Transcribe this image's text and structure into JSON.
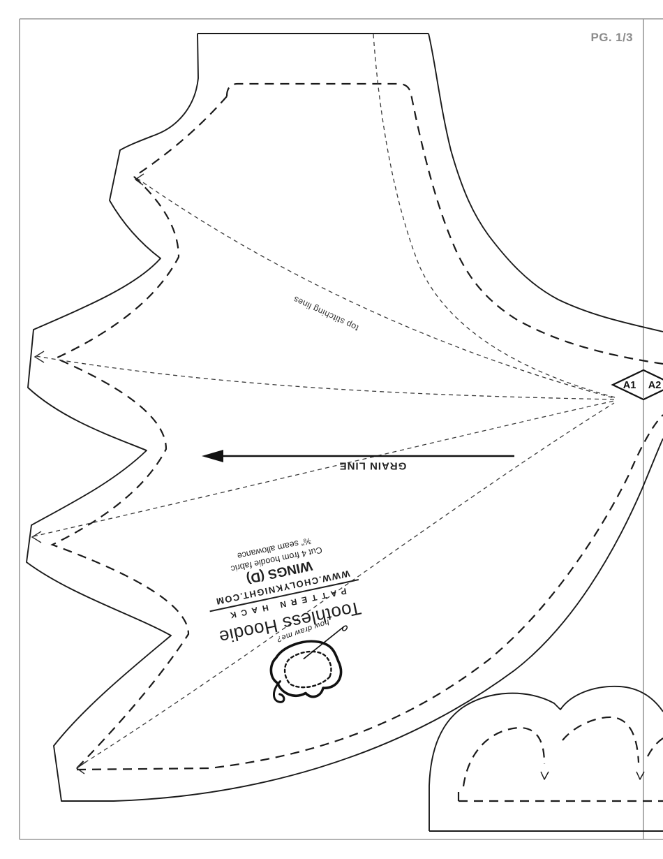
{
  "page": {
    "label": "PG. 1/3"
  },
  "markers": {
    "a1": "A1",
    "a2": "A2"
  },
  "grain_line": {
    "label": "GRAIN LINE"
  },
  "annotations": {
    "top_stitching": "top stitching lines"
  },
  "title_block": {
    "title": "Toothless Hoodie",
    "subtitle": "PATTERN HACK",
    "website": "WWW.CHOLYKNIGHT.COM",
    "piece": "WINGS (D)",
    "cutting": "Cut 4 from hoodie fabric",
    "seam": "⅜\" seam allowance"
  },
  "doodle": {
    "caption": "how draw me?"
  },
  "colors": {
    "line": "#1a1a1a",
    "border_gray": "#9a9a9a",
    "page_label_gray": "#8b8b8b"
  }
}
